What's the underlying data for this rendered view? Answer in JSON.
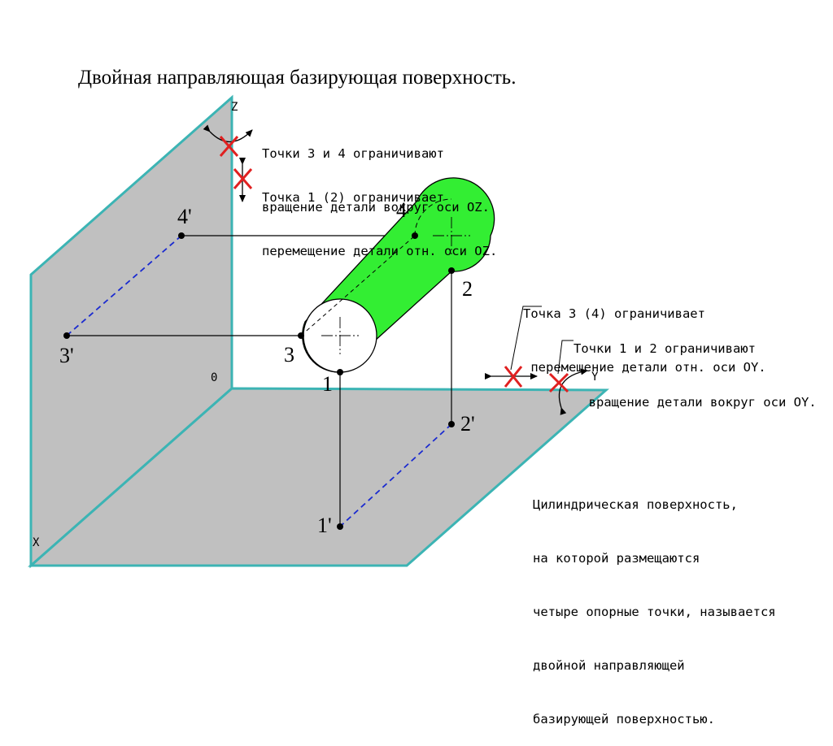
{
  "title": "Двойная направляющая базирующая поверхность.",
  "notes": {
    "oz_rotation": [
      "Точки 3 и 4 ограничивают",
      "вращение детали вокруг оси OZ."
    ],
    "oz_translation": [
      "Точка 1 (2) ограничивает",
      "перемещение детали отн. оси OZ."
    ],
    "oy_translation": [
      "Точка 3 (4) ограничивает",
      " перемещение детали отн. оси OY."
    ],
    "oy_rotation": [
      "Точки 1 и 2 ограничивают",
      "  вращение детали вокруг оси OY."
    ],
    "cylinder": [
      "Цилиндрическая поверхность,",
      "на которой размещаются",
      "четыре опорные точки, называется",
      "двойной направляющей",
      "базирующей поверхностью."
    ]
  },
  "axes": {
    "x": "X",
    "y": "Y",
    "z": "Z",
    "origin": "0"
  },
  "points": {
    "p1": "1",
    "p2": "2",
    "p3": "3",
    "p4": "4",
    "p1_proj": "1'",
    "p2_proj": "2'",
    "p3_proj": "3'",
    "p4_proj": "4'"
  },
  "colors": {
    "plane_fill": "#c0c0c0",
    "plane_edge": "#3cb4b4",
    "cylinder_fill": "#33ee33",
    "projection_dash": "#1a2ad0",
    "cross_mark": "#e02020"
  }
}
